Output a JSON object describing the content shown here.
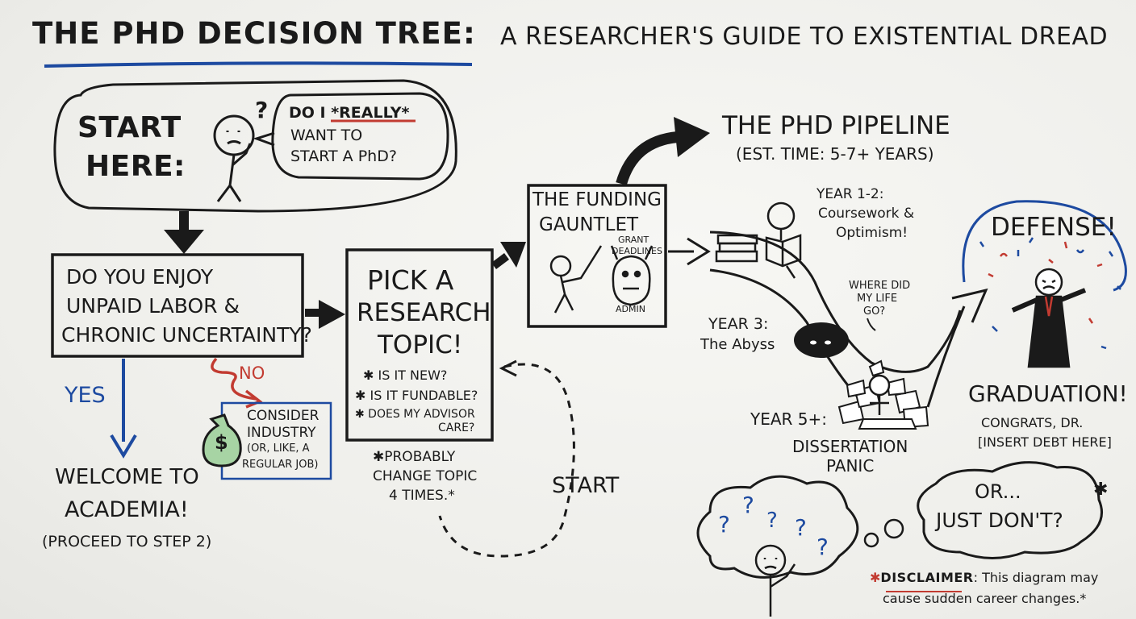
{
  "title": {
    "main": "THE PHD DECISION TREE:",
    "sub": "A RESEARCHER'S GUIDE TO EXISTENTIAL DREAD"
  },
  "start": {
    "label_line1": "START",
    "label_line2": "HERE:",
    "question_mark": "?",
    "bubble_line1": "DO I *REALLY*",
    "bubble_line2": "WANT TO",
    "bubble_line3": "START A PhD?"
  },
  "q1": {
    "line1": "DO YOU ENJOY",
    "line2": "UNPAID LABOR &",
    "line3": "CHRONIC UNCERTAINTY?"
  },
  "yes": {
    "label": "YES",
    "line1": "WELCOME TO",
    "line2": "ACADEMIA!",
    "note": "(PROCEED TO STEP 2)"
  },
  "no": {
    "label": "NO",
    "line1": "CONSIDER",
    "line2": "INDUSTRY",
    "line3": "(OR, LIKE, A",
    "line4": "REGULAR JOB)",
    "money_symbol": "$"
  },
  "topic": {
    "line1": "PICK A",
    "line2": "RESEARCH",
    "line3": "TOPIC!",
    "bullets": [
      "✱ IS IT NEW?",
      "✱ IS IT FUNDABLE?",
      "✱ DOES MY ADVISOR",
      "CARE?"
    ],
    "note1": "✱PROBABLY",
    "note2": "CHANGE TOPIC",
    "note3": "4 TIMES.*",
    "loop_label": "START"
  },
  "funding": {
    "line1": "THE FUNDING",
    "line2": "GAUNTLET",
    "grant1": "GRANT",
    "grant2": "DEADLINES",
    "admin": "ADMIN"
  },
  "pipeline": {
    "title": "THE PHD PIPELINE",
    "subtitle": "(EST. TIME: 5-7+ YEARS)",
    "y12_line1": "YEAR 1-2:",
    "y12_line2": "Coursework &",
    "y12_line3": "Optimism!",
    "where1": "WHERE DID",
    "where2": "MY LIFE",
    "where3": "GO?",
    "y3_line1": "YEAR 3:",
    "y3_line2": "The Abyss",
    "y5": "YEAR 5+:",
    "panic1": "DISSERTATION",
    "panic2": "PANIC"
  },
  "defense": {
    "label": "DEFENSE!",
    "grad": "GRADUATION!",
    "congrats1": "CONGRATS, DR.",
    "congrats2": "[INSERT DEBT HERE]"
  },
  "alt": {
    "line1": "OR...",
    "line2": "JUST DON'T?",
    "star": "✱",
    "q": "?"
  },
  "disclaimer": {
    "star": "✱",
    "label": "DISCLAIMER",
    "text1": ": This diagram may",
    "text2": "cause sudden career changes.*"
  },
  "colors": {
    "ink": "#1a1a1a",
    "blue": "#1d4aa0",
    "red": "#c23b31",
    "board": "#f2f2ef"
  }
}
